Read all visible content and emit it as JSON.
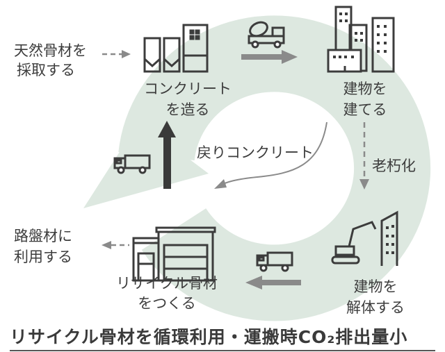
{
  "colors": {
    "ring": "#dde8e0",
    "icon": "#3c3c3c",
    "arrow": "#8a8a8a",
    "dark_arrow": "#3a3a3a"
  },
  "labels": {
    "natural_aggregate": [
      "天然骨材を",
      "採取する"
    ],
    "make_concrete": [
      "コンクリート",
      "を造る"
    ],
    "build": [
      "建物を",
      "建てる"
    ],
    "aging": "老朽化",
    "returned_concrete": "戻りコンクリート",
    "roadbed": [
      "路盤材に",
      "利用する"
    ],
    "recycled_aggregate": [
      "リサイクル骨材",
      "をつくる"
    ],
    "demolish": [
      "建物を",
      "解体する"
    ]
  },
  "title": "リサイクル骨材を循環利用・運搬時CO₂排出量小"
}
